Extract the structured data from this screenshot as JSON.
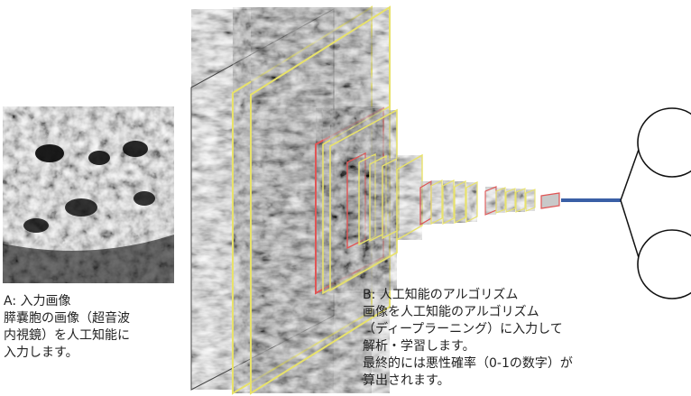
{
  "caption_a": {
    "heading": "A: 入力画像",
    "lines": [
      "膵嚢胞の画像（超音波",
      "内視鏡）を人工知能に",
      "入力します。"
    ]
  },
  "caption_b": {
    "heading": "B: 人工知能のアルゴリズム",
    "lines": [
      "画像を人工知能のアルゴリズム",
      "（ディープラーニング）に入力して",
      "解析・学習します。",
      "最終的には悪性確率（0-1の数字）が",
      "算出されます。"
    ]
  },
  "colors": {
    "frame_yellow": "#e8e26a",
    "frame_red": "#e05555",
    "connector_blue": "#3a5fa6",
    "node_stroke": "#111111"
  },
  "icons": [
    "input-ultrasound-image",
    "feature-map-layer",
    "output-node"
  ]
}
